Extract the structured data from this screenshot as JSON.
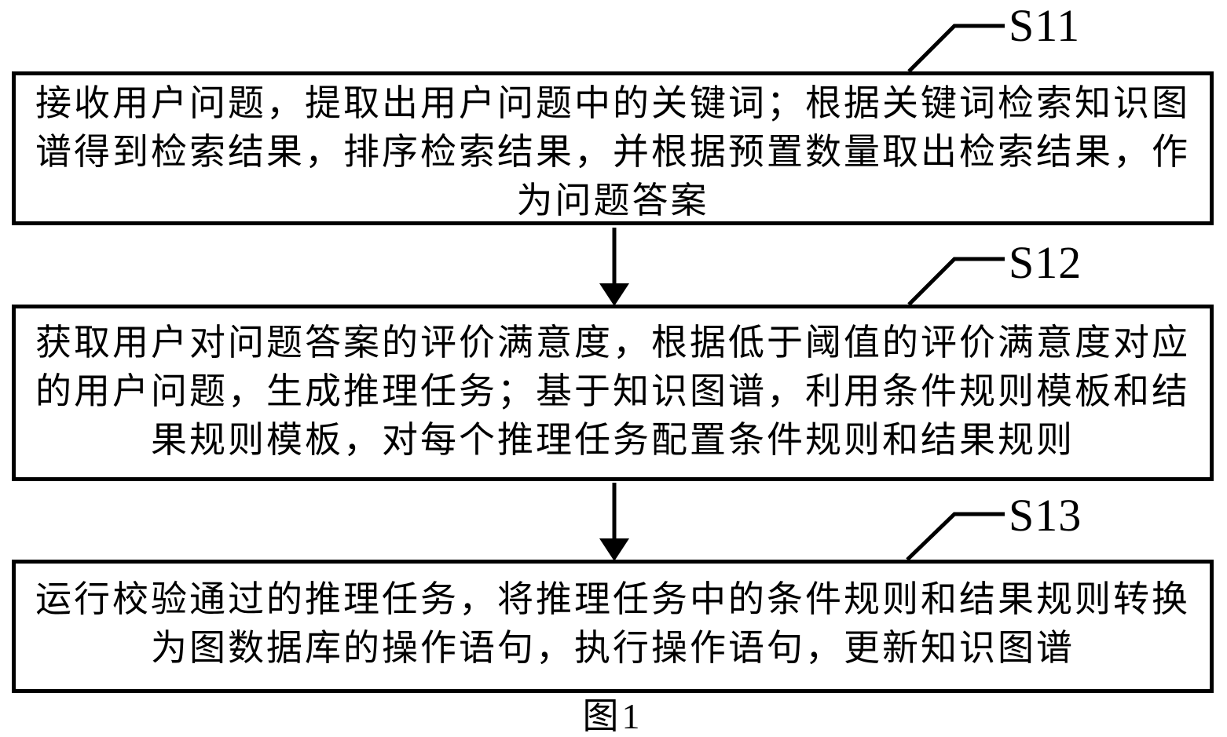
{
  "colors": {
    "ink": "#000000",
    "paper": "#ffffff"
  },
  "figure_caption": "图1",
  "steps": [
    {
      "label": "S11",
      "lines": [
        "接收用户问题，提取出用户问题中的关键词；根据关键词检索知识图",
        "谱得到检索结果，排序检索结果，并根据预置数量取出检索结果，作",
        "为问题答案"
      ]
    },
    {
      "label": "S12",
      "lines": [
        "获取用户对问题答案的评价满意度，根据低于阈值的评价满意度对应",
        "的用户问题，生成推理任务；基于知识图谱，利用条件规则模板和结",
        "果规则模板，对每个推理任务配置条件规则和结果规则"
      ]
    },
    {
      "label": "S13",
      "lines": [
        "运行校验通过的推理任务，将推理任务中的条件规则和结果规则转换",
        "为图数据库的操作语句，执行操作语句，更新知识图谱"
      ]
    }
  ]
}
